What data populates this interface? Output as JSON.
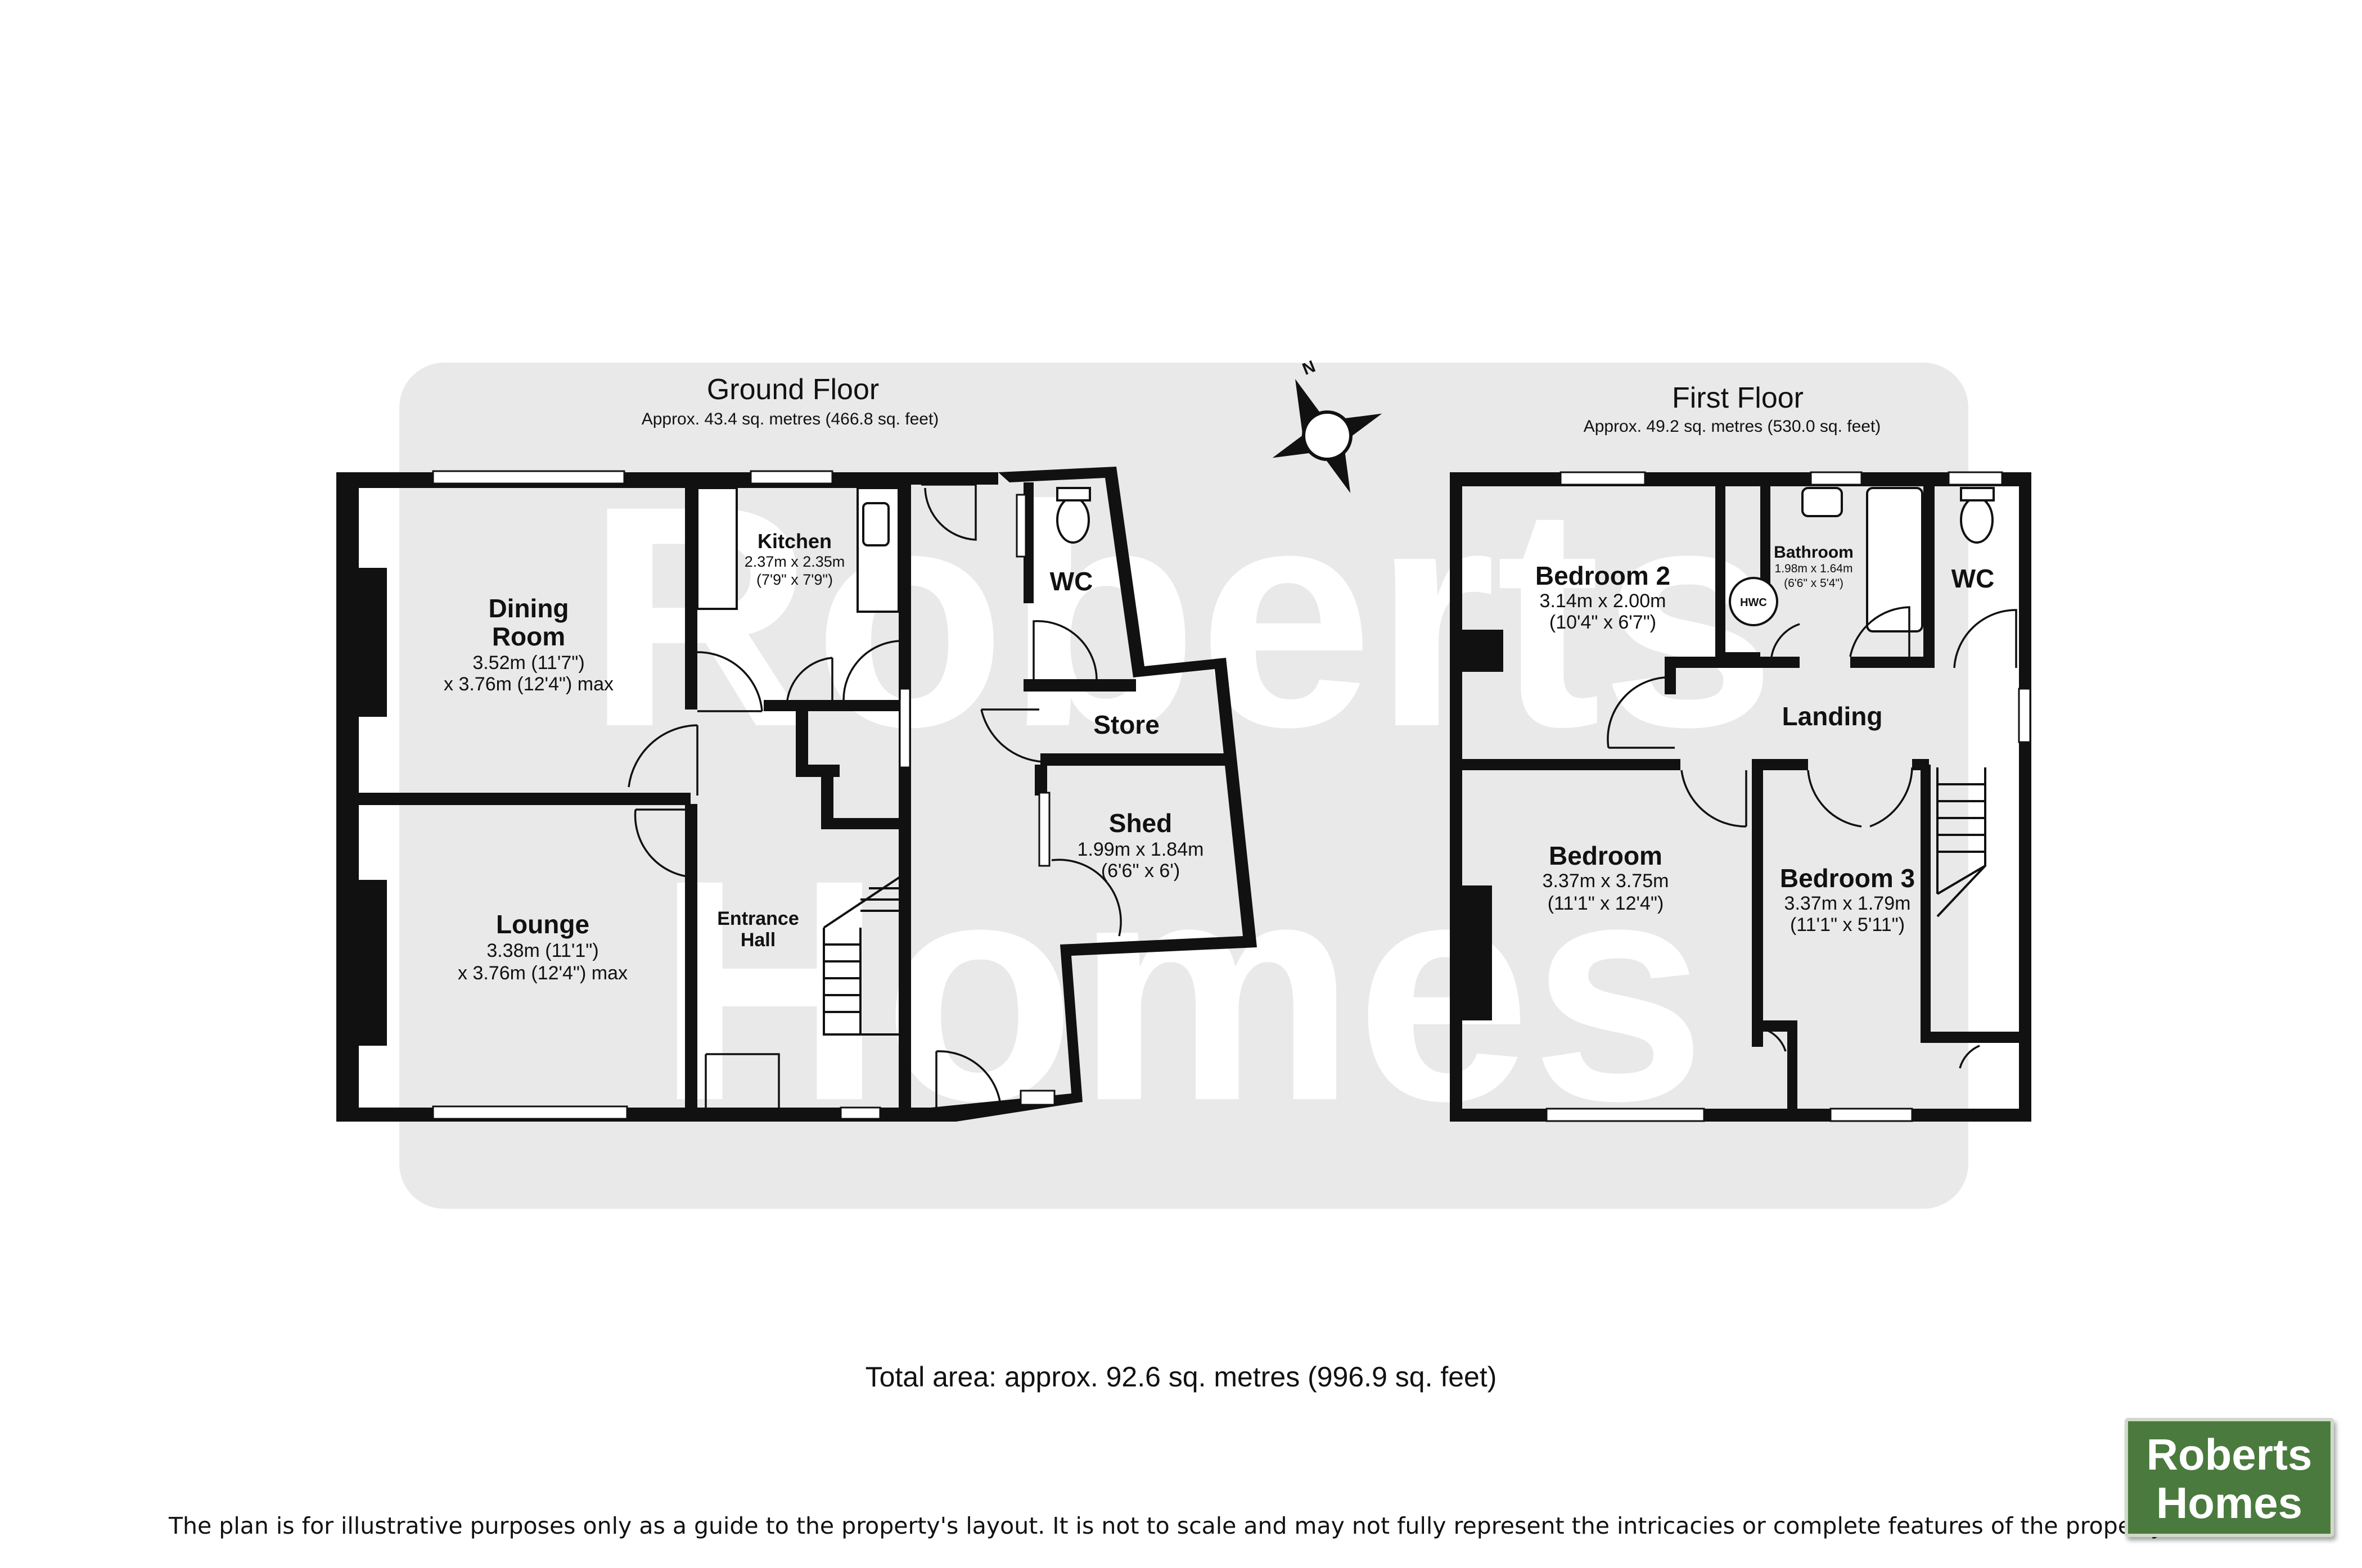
{
  "watermark": {
    "line1": "Roberts",
    "line2": "Homes"
  },
  "ground_floor": {
    "title": "Ground Floor",
    "area": "Approx. 43.4 sq. metres (466.8 sq. feet)",
    "rooms": {
      "dining": {
        "name1": "Dining",
        "name2": "Room",
        "dim1": "3.52m (11'7\")",
        "dim2": "x 3.76m (12'4\") max"
      },
      "kitchen": {
        "name": "Kitchen",
        "dim1": "2.37m x 2.35m",
        "dim2": "(7'9\" x 7'9\")"
      },
      "wc": {
        "name": "WC"
      },
      "store": {
        "name": "Store"
      },
      "shed": {
        "name": "Shed",
        "dim1": "1.99m x 1.84m",
        "dim2": "(6'6\" x 6')"
      },
      "lounge": {
        "name": "Lounge",
        "dim1": "3.38m (11'1\")",
        "dim2": "x 3.76m (12'4\") max"
      },
      "hall": {
        "name1": "Entrance",
        "name2": "Hall"
      }
    }
  },
  "first_floor": {
    "title": "First Floor",
    "area": "Approx. 49.2 sq. metres (530.0 sq. feet)",
    "rooms": {
      "bedroom2": {
        "name": "Bedroom 2",
        "dim1": "3.14m x 2.00m",
        "dim2": "(10'4\" x 6'7\")"
      },
      "bathroom": {
        "name": "Bathroom",
        "dim1": "1.98m x 1.64m",
        "dim2": "(6'6\" x 5'4\")"
      },
      "hwc": {
        "name": "HWC"
      },
      "wc": {
        "name": "WC"
      },
      "landing": {
        "name": "Landing"
      },
      "bedroom": {
        "name": "Bedroom",
        "dim1": "3.37m x 3.75m",
        "dim2": "(11'1\" x 12'4\")"
      },
      "bedroom3": {
        "name": "Bedroom 3",
        "dim1": "3.37m x 1.79m",
        "dim2": "(11'1\" x 5'11\")"
      }
    }
  },
  "compass": {
    "label": "N"
  },
  "total_area": "Total area: approx. 92.6 sq. metres (996.9 sq. feet)",
  "disclaimer": "The plan is for illustrative purposes only as a guide to the property's layout. It is not to scale and may not fully represent the intricacies or complete features of the property.",
  "logo": {
    "line1": "Roberts",
    "line2": "Homes"
  },
  "colors": {
    "panel": "#e9e9e9",
    "wall": "#111111",
    "brand": "#4a7a3d"
  }
}
